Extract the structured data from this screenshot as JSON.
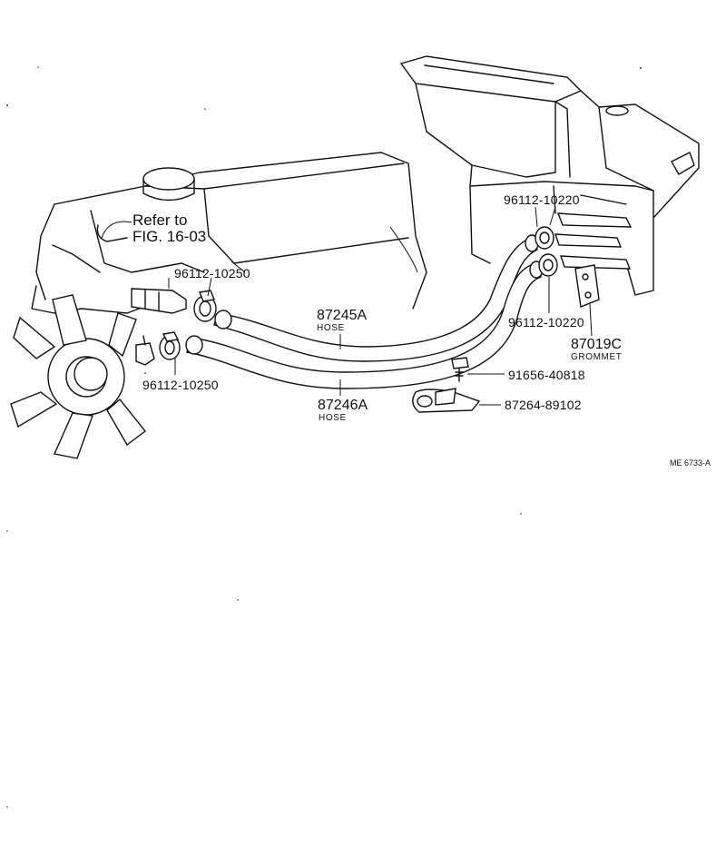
{
  "reference": {
    "line1": "Refer to",
    "line2": "FIG. 16-03"
  },
  "parts": {
    "clamp_upper_left": "96112-10250",
    "clamp_lower_left": "96112-10250",
    "clamp_upper_right": "96112-10220",
    "clamp_lower_right": "96112-10220",
    "hose_upper": {
      "number": "87245A",
      "name": "HOSE"
    },
    "hose_lower": {
      "number": "87246A",
      "name": "HOSE"
    },
    "grommet": {
      "number": "87019C",
      "name": "GROMMET"
    },
    "bolt": "91656-40818",
    "clamp_bracket": "87264-89102"
  },
  "drawing_code": "ME 6733-A"
}
